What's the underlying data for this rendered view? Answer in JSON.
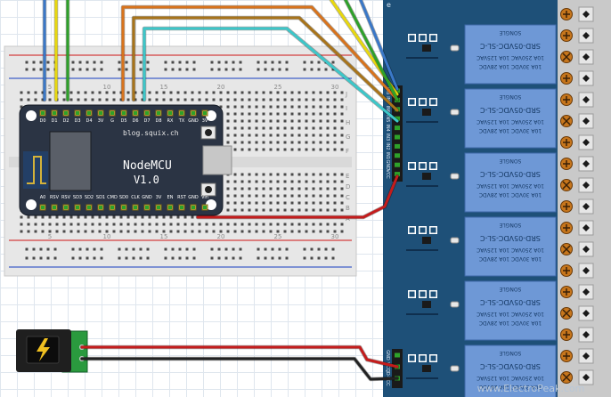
{
  "mcu": {
    "brand": "blog.squix.ch",
    "title": "NodeMCU",
    "version": "V1.0",
    "top_pins": [
      "D0",
      "D1",
      "D2",
      "D3",
      "D4",
      "3V",
      "G",
      "D5",
      "D6",
      "D7",
      "D8",
      "RX",
      "TX",
      "GND",
      "3V"
    ],
    "bottom_pins": [
      "A0",
      "RSV",
      "RSV",
      "SD3",
      "SD2",
      "SD1",
      "CMD",
      "SD0",
      "CLK",
      "GND",
      "3V",
      "EN",
      "RST",
      "GND",
      "Vin"
    ]
  },
  "breadboard": {
    "col_labels": [
      "5",
      "10",
      "15",
      "20",
      "25",
      "30"
    ],
    "row_labels_top": [
      "J",
      "I",
      "H",
      "G",
      "F"
    ],
    "row_labels_bottom": [
      "E",
      "D",
      "C",
      "B",
      "A"
    ]
  },
  "relay_board": {
    "edge_label": "e",
    "input_header_pins": [
      "IN8",
      "IN7",
      "IN6",
      "IN5",
      "IN4",
      "IN3",
      "IN2",
      "IN1",
      "GND",
      "VCC"
    ],
    "power_header_pins": [
      "GND",
      "VCC",
      "JD-VCC"
    ],
    "relay": {
      "brand": "SONGLE",
      "model": "SRD-05VDC-SL-C",
      "rating_1": "10A 250VAC 10A 125VAC",
      "rating_2": "10A 30VDC 10A 28VDC"
    }
  },
  "watermark": "www.ElectroPeak.com",
  "colors": {
    "board_blue": "#1e5078",
    "relay_blue": "#6e98d6",
    "mcu_dark": "#2b3444",
    "wire_blue": "#3a78c8",
    "wire_yellow": "#e8d80e",
    "wire_green": "#2ea12a",
    "wire_orange": "#d8731c",
    "wire_brown": "#a8741a",
    "wire_cyan": "#3cc7c9",
    "wire_red": "#c41c1c",
    "wire_black": "#222222"
  }
}
